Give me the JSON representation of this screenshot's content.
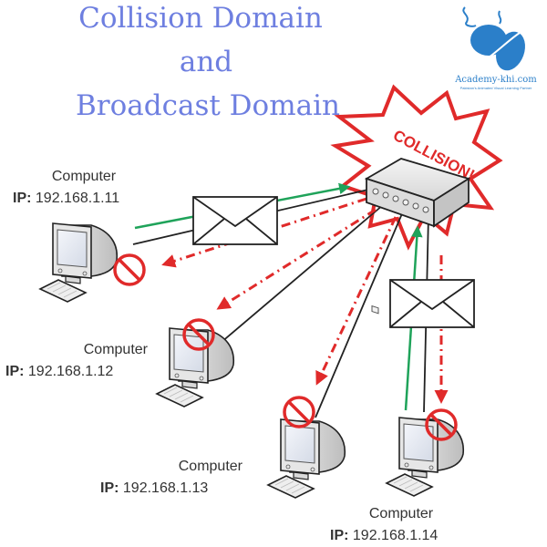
{
  "title": {
    "line1": "Collision Domain",
    "line2": "and",
    "line3": "Broadcast Domain"
  },
  "logo": {
    "name": "Academy-khi.com",
    "tagline": "Pakistan's Animated Visual Learning Partner"
  },
  "switch": {
    "burst_label": "COLLISION!"
  },
  "computers": [
    {
      "name": "Computer",
      "ip_prefix": "IP:",
      "ip": "192.168.1.11"
    },
    {
      "name": "Computer",
      "ip_prefix": "IP:",
      "ip": "192.168.1.12"
    },
    {
      "name": "Computer",
      "ip_prefix": "IP:",
      "ip": "192.168.1.13"
    },
    {
      "name": "Computer",
      "ip_prefix": "IP:",
      "ip": "192.168.1.14"
    }
  ],
  "colors": {
    "title": "#6e7fe0",
    "collision_red": "#e02a2a",
    "send_green": "#1fa35a",
    "cable": "#222222",
    "logo_blue": "#2b7fc9"
  }
}
